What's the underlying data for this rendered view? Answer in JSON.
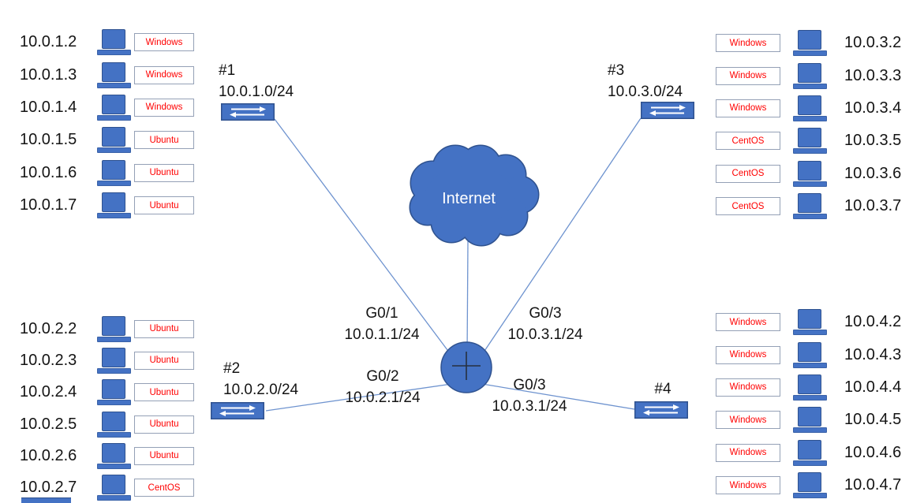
{
  "diagram": {
    "title_hint": "network-topology",
    "internet_label": "Internet",
    "colors": {
      "shape_fill": "#4472C4",
      "shape_border": "#2F528F",
      "connector_line": "#6e93cf",
      "os_label_text": "#FF0000",
      "os_label_border": "#94a0b6",
      "text": "#141414"
    },
    "groups": {
      "lan1": {
        "position": "top-left",
        "hosts": [
          {
            "ip": "10.0.1.2",
            "os": "Windows"
          },
          {
            "ip": "10.0.1.3",
            "os": "Windows"
          },
          {
            "ip": "10.0.1.4",
            "os": "Windows"
          },
          {
            "ip": "10.0.1.5",
            "os": "Ubuntu"
          },
          {
            "ip": "10.0.1.6",
            "os": "Ubuntu"
          },
          {
            "ip": "10.0.1.7",
            "os": "Ubuntu"
          }
        ]
      },
      "lan3": {
        "position": "top-right",
        "hosts": [
          {
            "ip": "10.0.3.2",
            "os": "Windows"
          },
          {
            "ip": "10.0.3.3",
            "os": "Windows"
          },
          {
            "ip": "10.0.3.4",
            "os": "Windows"
          },
          {
            "ip": "10.0.3.5",
            "os": "CentOS"
          },
          {
            "ip": "10.0.3.6",
            "os": "CentOS"
          },
          {
            "ip": "10.0.3.7",
            "os": "CentOS"
          }
        ]
      },
      "lan2": {
        "position": "bottom-left",
        "hosts": [
          {
            "ip": "10.0.2.2",
            "os": "Ubuntu"
          },
          {
            "ip": "10.0.2.3",
            "os": "Ubuntu"
          },
          {
            "ip": "10.0.2.4",
            "os": "Ubuntu"
          },
          {
            "ip": "10.0.2.5",
            "os": "Ubuntu"
          },
          {
            "ip": "10.0.2.6",
            "os": "Ubuntu"
          },
          {
            "ip": "10.0.2.7",
            "os": "CentOS"
          }
        ]
      },
      "lan4": {
        "position": "bottom-right",
        "hosts": [
          {
            "ip": "10.0.4.2",
            "os": "Windows"
          },
          {
            "ip": "10.0.4.3",
            "os": "Windows"
          },
          {
            "ip": "10.0.4.4",
            "os": "Windows"
          },
          {
            "ip": "10.0.4.5",
            "os": "Windows"
          },
          {
            "ip": "10.0.4.6",
            "os": "Windows"
          },
          {
            "ip": "10.0.4.7",
            "os": "Windows"
          }
        ]
      }
    },
    "switches": {
      "s1": {
        "label": "#1",
        "subnet": "10.0.1.0/24"
      },
      "s2": {
        "label": "#2",
        "subnet": "10.0.2.0/24"
      },
      "s3": {
        "label": "#3",
        "subnet": "10.0.3.0/24"
      },
      "s4": {
        "label": "#4"
      }
    },
    "router_interfaces": {
      "g01": {
        "name": "G0/1",
        "ip": "10.0.1.1/24"
      },
      "g02": {
        "name": "G0/2",
        "ip": "10.0.2.1/24"
      },
      "g03_top": {
        "name": "G0/3",
        "ip": "10.0.3.1/24"
      },
      "g03_bottom": {
        "name": "G0/3",
        "ip": "10.0.3.1/24"
      }
    }
  }
}
